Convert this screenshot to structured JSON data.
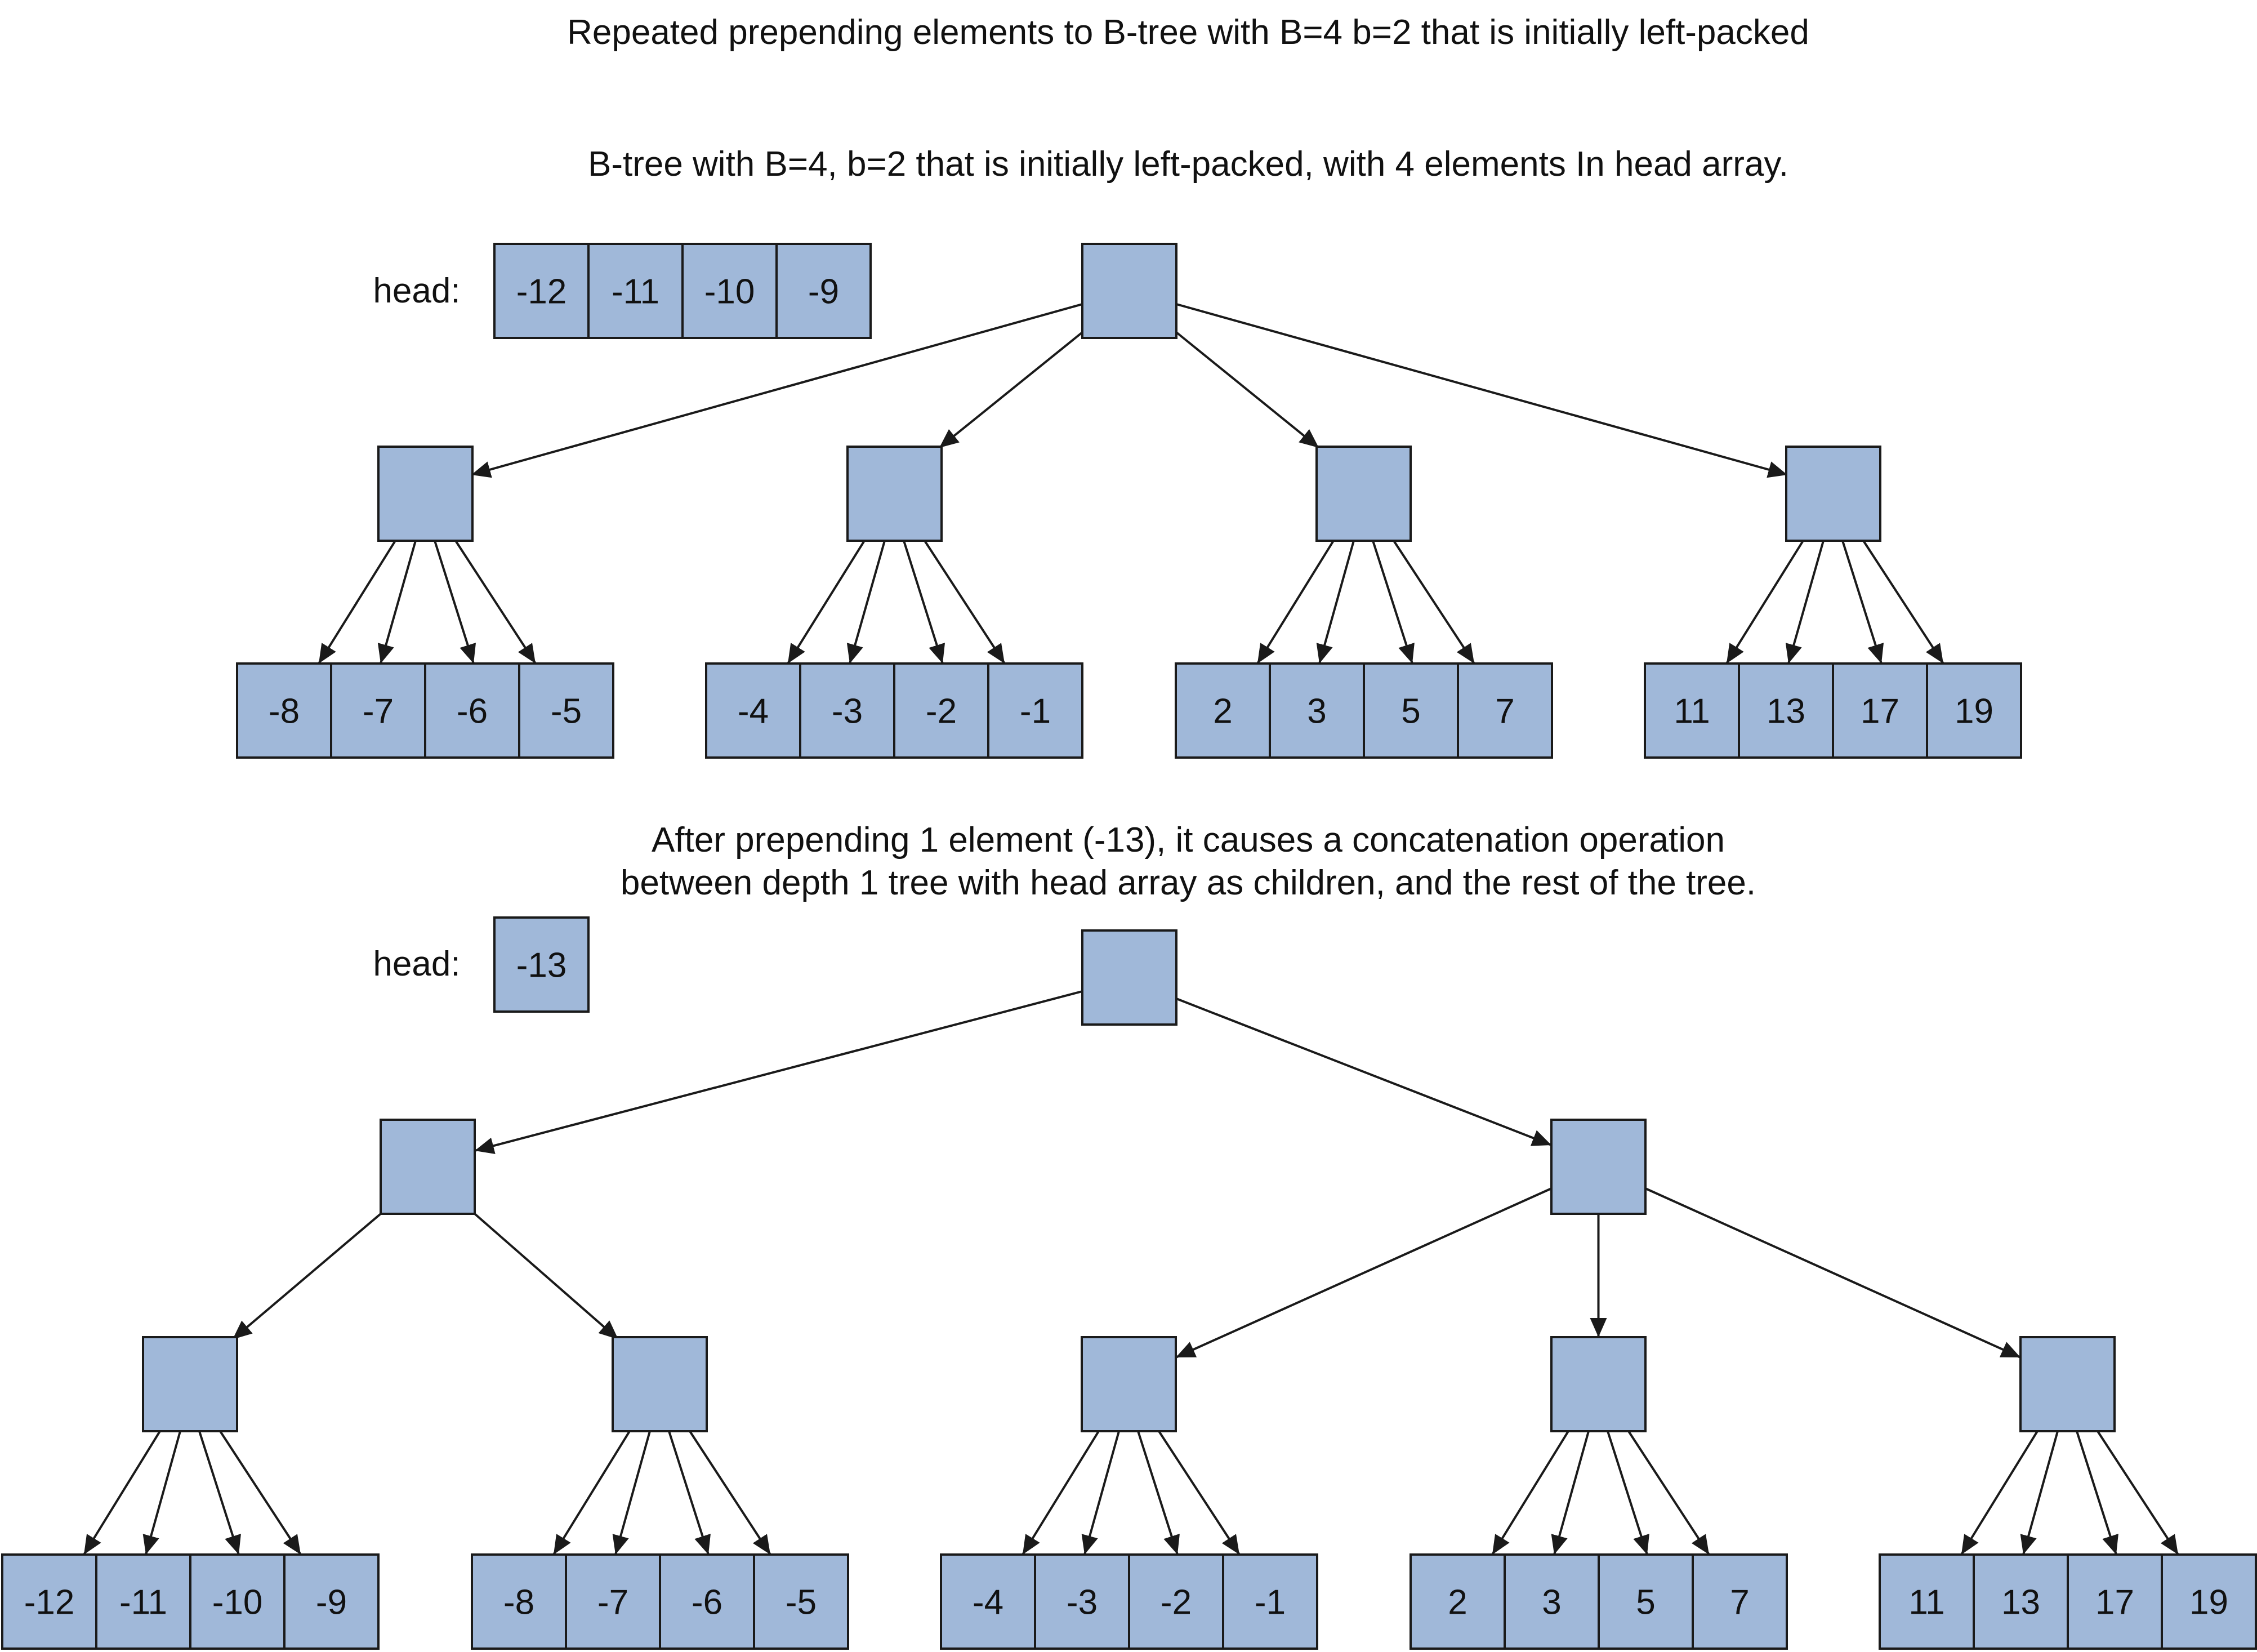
{
  "title": "Repeated prepending elements to B-tree with B=4 b=2 that is initially left-packed",
  "colors": {
    "node_fill": "#a0b8d9",
    "stroke": "#1a1a1a",
    "text": "#111111"
  },
  "section1": {
    "caption": "B-tree with B=4, b=2 that is initially left-packed, with 4 elements In head array.",
    "head_label": "head:",
    "head": [
      "-12",
      "-11",
      "-10",
      "-9"
    ],
    "leaves": [
      [
        "-8",
        "-7",
        "-6",
        "-5"
      ],
      [
        "-4",
        "-3",
        "-2",
        "-1"
      ],
      [
        "2",
        "3",
        "5",
        "7"
      ],
      [
        "11",
        "13",
        "17",
        "19"
      ]
    ]
  },
  "section2": {
    "caption_line1": "After prepending 1 element (-13), it causes a concatenation operation",
    "caption_line2": "between depth 1 tree with head array as children, and the rest of the tree.",
    "head_label": "head:",
    "head": [
      "-13"
    ],
    "leaves": [
      [
        "-12",
        "-11",
        "-10",
        "-9"
      ],
      [
        "-8",
        "-7",
        "-6",
        "-5"
      ],
      [
        "-4",
        "-3",
        "-2",
        "-1"
      ],
      [
        "2",
        "3",
        "5",
        "7"
      ],
      [
        "11",
        "13",
        "17",
        "19"
      ]
    ]
  }
}
